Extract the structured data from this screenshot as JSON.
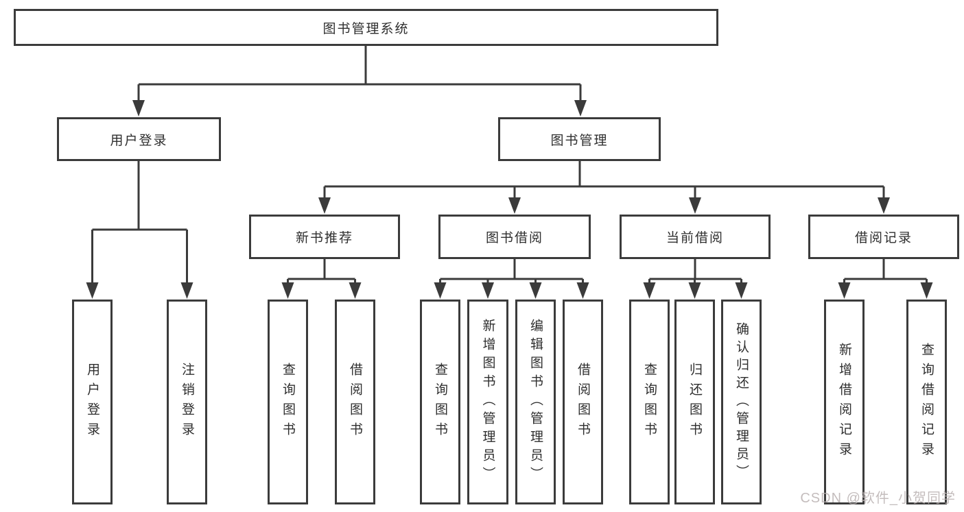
{
  "diagram": {
    "title": "图书管理系统",
    "nodes": {
      "root": {
        "label": "图书管理系统"
      },
      "user_login": {
        "label": "用户登录"
      },
      "book_mgmt": {
        "label": "图书管理"
      },
      "new_book_rec": {
        "label": "新书推荐"
      },
      "book_borrow": {
        "label": "图书借阅"
      },
      "current_borrow": {
        "label": "当前借阅"
      },
      "borrow_records": {
        "label": "借阅记录"
      },
      "leaf_user_login": {
        "label": "用户登录"
      },
      "leaf_logout": {
        "label": "注销登录"
      },
      "leaf_query_book_rec": {
        "label": "查询图书"
      },
      "leaf_borrow_book_rec": {
        "label": "借阅图书"
      },
      "leaf_query_book_borrow": {
        "label": "查询图书"
      },
      "leaf_add_book_admin": {
        "label": "新增图书（管理员）"
      },
      "leaf_edit_book_admin": {
        "label": "编辑图书（管理员）"
      },
      "leaf_borrow_book": {
        "label": "借阅图书"
      },
      "leaf_query_book_current": {
        "label": "查询图书"
      },
      "leaf_return_book": {
        "label": "归还图书"
      },
      "leaf_confirm_return_admin": {
        "label": "确认归还（管理员）"
      },
      "leaf_add_borrow_record": {
        "label": "新增借阅记录"
      },
      "leaf_query_borrow_record": {
        "label": "查询借阅记录"
      }
    },
    "watermark": "CSDN @软件_小贺同学",
    "colors": {
      "line": "#3b3b3b",
      "box_border": "#3b3b3b",
      "text": "#2e2e2e",
      "background": "#ffffff",
      "watermark": "#bab2b2"
    }
  }
}
